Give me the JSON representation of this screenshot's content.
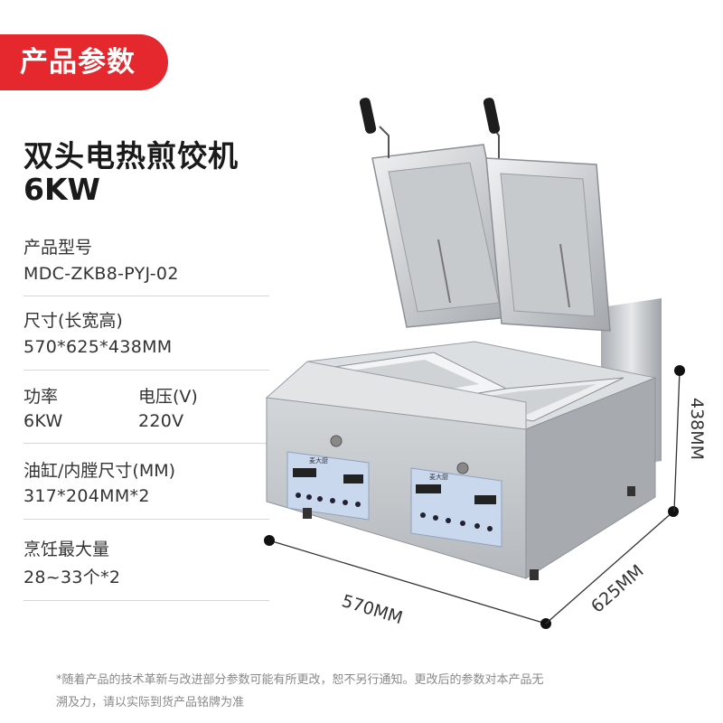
{
  "badge": "产品参数",
  "product": {
    "name": "双头电热煎饺机",
    "power_title": "6KW"
  },
  "specs": {
    "model_label": "产品型号",
    "model_value": "MDC-ZKB8-PYJ-02",
    "size_label": "尺寸(长宽高)",
    "size_value": "570*625*438MM",
    "power_label": "功率",
    "power_value": "6KW",
    "voltage_label": "电压(V)",
    "voltage_value": "220V",
    "tank_label": "油缸/内膛尺寸(MM)",
    "tank_value": "317*204MM*2",
    "capacity_label": "烹饪最大量",
    "capacity_value": "28~33个*2"
  },
  "dimensions": {
    "width": "570MM",
    "depth": "625MM",
    "height": "438MM"
  },
  "control_panel": {
    "brand_text": "麦大厨"
  },
  "footnote": {
    "line1": "*随着产品的技术革新与改进部分参数可能有所更改，恕不另行通知。更改后的参数对本产品无",
    "line2": "溯及力，请以实际到货产品铭牌为准"
  },
  "colors": {
    "accent": "#e4282e",
    "panel": "#c9d8ec",
    "steel": "#b8bcc0"
  }
}
